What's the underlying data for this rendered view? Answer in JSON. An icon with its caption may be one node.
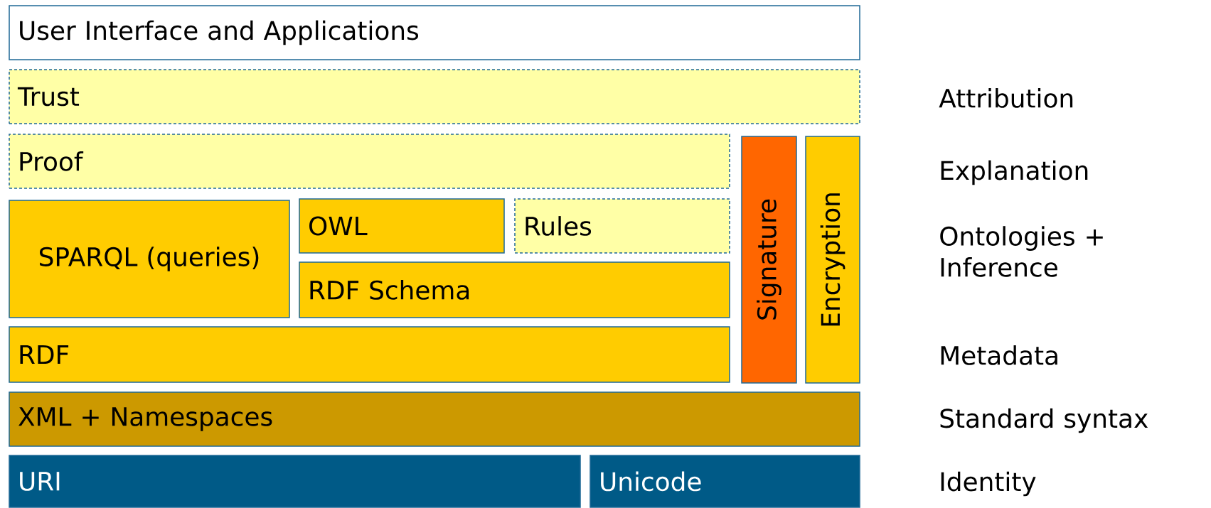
{
  "diagram": {
    "nodes": [
      {
        "text": [
          "User Interface and Applications"
        ]
      },
      {
        "text": [
          "Trust"
        ]
      },
      {
        "text": [
          "Proof"
        ]
      },
      {
        "text": [
          "SPARQL (queries)"
        ]
      },
      {
        "text": [
          "OWL"
        ]
      },
      {
        "text": [
          "Rules"
        ]
      },
      {
        "text": [
          "RDF Schema"
        ]
      },
      {
        "text": [
          "RDF"
        ]
      },
      {
        "text": [
          "Signature"
        ]
      },
      {
        "text": [
          "Encryption"
        ]
      },
      {
        "text": [
          "XML + Namespaces"
        ]
      },
      {
        "text": [
          "URI"
        ]
      },
      {
        "text": [
          "Unicode"
        ]
      }
    ],
    "labels": [
      "Attribution",
      "Explanation",
      "Ontologies + Inference",
      "Metadata",
      "Standard syntax",
      "Identity"
    ]
  }
}
